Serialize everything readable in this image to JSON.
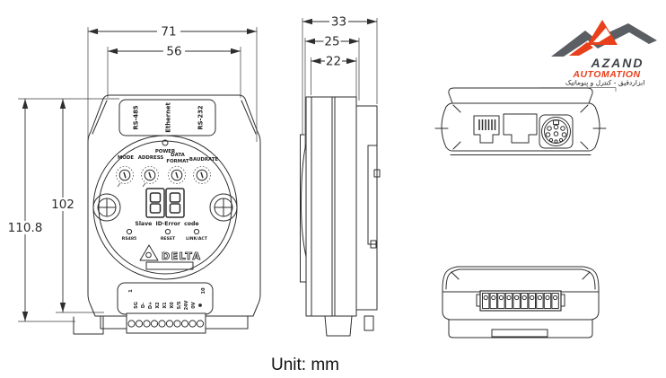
{
  "meta": {
    "unit_label": "Unit: mm"
  },
  "logo": {
    "brand": "AZAND",
    "brand_sub": "AUTOMATION",
    "tagline_fa": "ابزاردقیق - کنترل و پنوماتیک",
    "red": "#e8401c",
    "gray": "#5b5e63",
    "text_dark": "#3e4248"
  },
  "front_view": {
    "dims": {
      "outer_width": "71",
      "top_width": "56",
      "body_height": "102",
      "total_height": "110.8"
    },
    "ports": [
      "RS-485",
      "Ethernet",
      "RS-232"
    ],
    "power_label": "POWER",
    "switches": {
      "mode": "MODE",
      "address": "ADDRESS",
      "data_line1": "DATA",
      "data_line2": "FORMAT",
      "baudrate": "BAUDRATE"
    },
    "display_caption": "Slave ID·Error code",
    "leds": [
      "RS485",
      "RESET",
      "LINK/ACT"
    ],
    "brand": "DELTA",
    "pin_first": "1",
    "pin_last": "10",
    "terminals": [
      "SG",
      "D-",
      "D+",
      "X2",
      "X1",
      "X0",
      "S/S",
      "24V",
      "0V"
    ]
  },
  "side_view": {
    "dims": {
      "total_depth": "33",
      "mid_depth": "25",
      "body_depth": "22"
    }
  }
}
